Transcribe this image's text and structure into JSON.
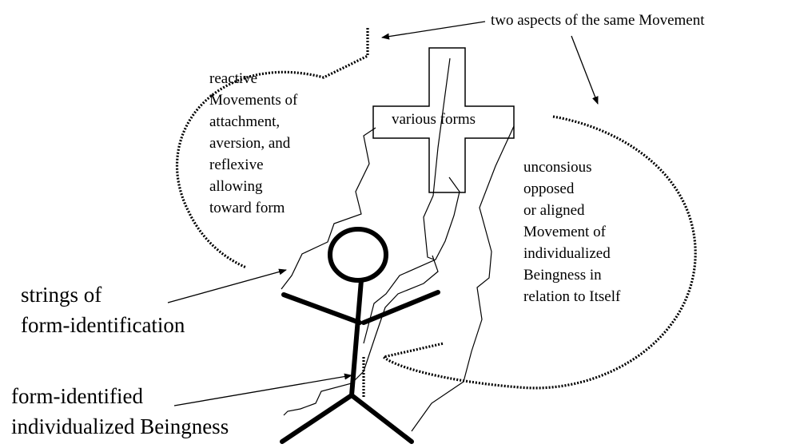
{
  "labels": {
    "two_aspects": "two aspects of the same Movement",
    "various_forms": "various forms",
    "reactive_lines": [
      "reactive",
      "Movements of",
      "attachment,",
      "aversion, and",
      "reflexive",
      "allowing",
      "toward form"
    ],
    "unconscious_lines": [
      "unconsious",
      "opposed",
      "or aligned",
      "Movement of",
      "individualized",
      "Beingness in",
      "relation to Itself"
    ],
    "strings_lines": [
      "strings of",
      "form-identification"
    ],
    "beingness_lines": [
      "form-identified",
      "individualized Beingness"
    ]
  },
  "colors": {
    "ink": "#000000",
    "background": "#ffffff"
  }
}
